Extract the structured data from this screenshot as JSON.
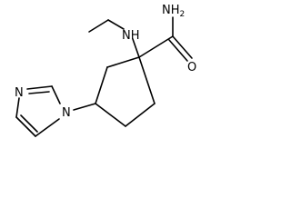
{
  "molecule": {
    "atoms": {
      "nh2": {
        "main": "NH",
        "subscript": "2"
      },
      "nh": "NH",
      "o": "O",
      "n_imidazole_1": "N",
      "n_imidazole_3": "N"
    }
  }
}
